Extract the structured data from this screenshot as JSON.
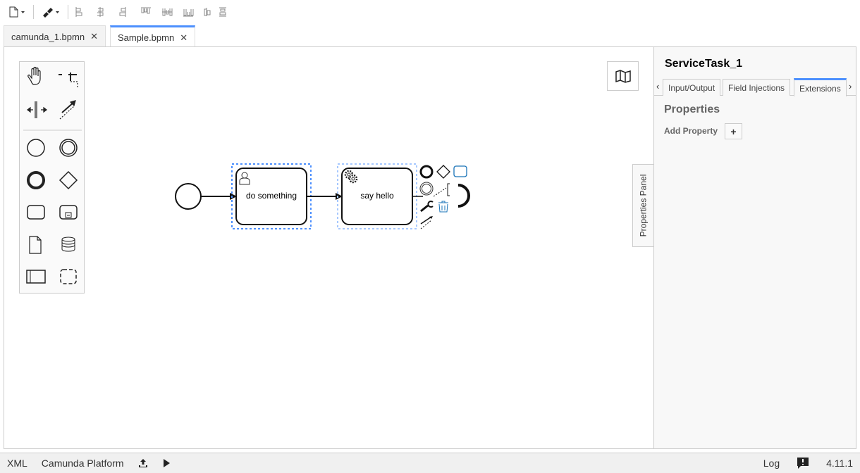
{
  "toolbar": {
    "icons": [
      "new-file-icon",
      "chevron-down-icon",
      "paintbrush-icon",
      "chevron-down-icon",
      "align-left-icon",
      "align-center-icon",
      "align-right-icon",
      "align-top-icon",
      "align-middle-icon",
      "align-bottom-icon",
      "distribute-horizontal-icon",
      "distribute-vertical-icon"
    ]
  },
  "tabs": [
    {
      "label": "camunda_1.bpmn",
      "close": "✕",
      "active": false
    },
    {
      "label": "Sample.bpmn",
      "close": "✕",
      "active": true
    }
  ],
  "diagram": {
    "tasks": [
      {
        "label": "do something",
        "type": "user-task"
      },
      {
        "label": "say hello",
        "type": "service-task"
      }
    ]
  },
  "properties_toggle": "Properties Panel",
  "panel": {
    "title": "ServiceTask_1",
    "tabs": [
      "Input/Output",
      "Field Injections",
      "Extensions"
    ],
    "prev": "‹",
    "next": "›",
    "section": "Properties",
    "add_label": "Add Property",
    "add_button": "+"
  },
  "status": {
    "xml": "XML",
    "platform": "Camunda Platform",
    "log": "Log",
    "version": "4.11.1"
  },
  "colors": {
    "accent": "#4d90fe",
    "selection": "#4d90fe"
  }
}
